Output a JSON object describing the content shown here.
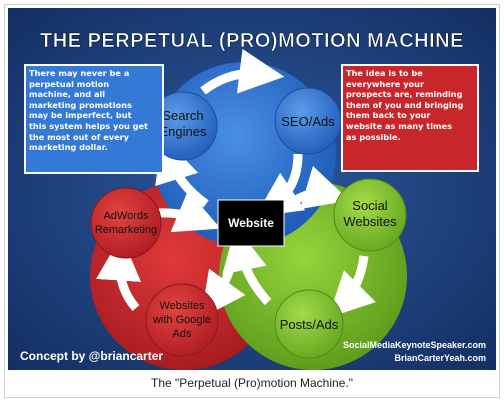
{
  "diagram": {
    "title": "THE PERPETUAL (PRO)MOTION MACHINE",
    "left_note_lines": [
      "There may never be a",
      "perpetual motion",
      "machine, and all",
      "marketing promotions",
      "may be imperfect, but",
      "this system helps you get",
      "the most out of every",
      "marketing dollar."
    ],
    "right_note_lines": [
      "The idea is to be",
      "everywhere your",
      "prospects are, reminding",
      "them of you and bringing",
      "them back to your",
      "website as many times",
      "as possible."
    ],
    "center_label": "Website",
    "nodes": {
      "search_engines": [
        "Search",
        "Engines"
      ],
      "seo_ads": [
        "SEO/Ads"
      ],
      "social_websites": [
        "Social",
        "Websites"
      ],
      "posts_ads": [
        "Posts/Ads"
      ],
      "websites_google_ads": [
        "Websites",
        "with Google",
        "Ads"
      ],
      "adwords_remarketing": [
        "AdWords",
        "Remarketing"
      ]
    },
    "credit": "Concept by @briancarter",
    "site_1": "SocialMediaKeynoteSpeaker.com",
    "site_2": "BrianCarterYeah.com",
    "colors": {
      "background": "#1d3f7c",
      "blue_circle": "#2a6fd0",
      "red_circle": "#c8262b",
      "green_circle": "#7cbc2a",
      "note_left": "#3579d6",
      "note_right": "#c8262b",
      "center_box": "#000000"
    }
  },
  "caption": "The \"Perpetual (Pro)motion Machine.\""
}
